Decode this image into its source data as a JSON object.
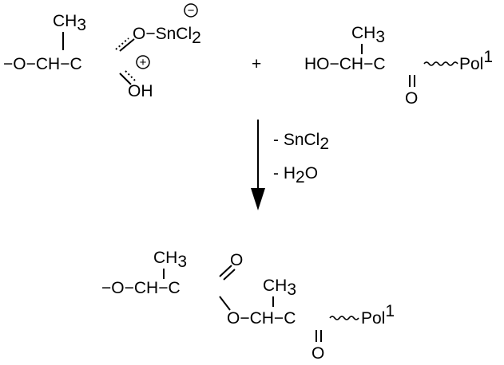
{
  "reactant1": {
    "main_chain": "−O−CH−C",
    "methyl": "CH",
    "methyl_sub": "3",
    "ester_o": "O−SnCl",
    "ester_o_sub": "2",
    "anion_charge": "−",
    "cation_charge": "+",
    "hydroxyl": "OH"
  },
  "plus_sign": "+",
  "reactant2": {
    "main_chain": "HO−CH−C",
    "methyl": "CH",
    "methyl_sub": "3",
    "carbonyl_o": "O",
    "polymer": "Pol",
    "polymer_sup": "1"
  },
  "conditions": {
    "byproduct1": "- SnCl",
    "byproduct1_sub": "2",
    "byproduct2_pre": "- H",
    "byproduct2_sub": "2",
    "byproduct2_post": "O"
  },
  "product": {
    "main_chain": "−O−CH−C",
    "methyl1": "CH",
    "methyl1_sub": "3",
    "carbonyl_o1": "O",
    "ester_chain": "O−CH−C",
    "methyl2": "CH",
    "methyl2_sub": "3",
    "carbonyl_o2": "O",
    "polymer": "Pol",
    "polymer_sup": "1"
  }
}
